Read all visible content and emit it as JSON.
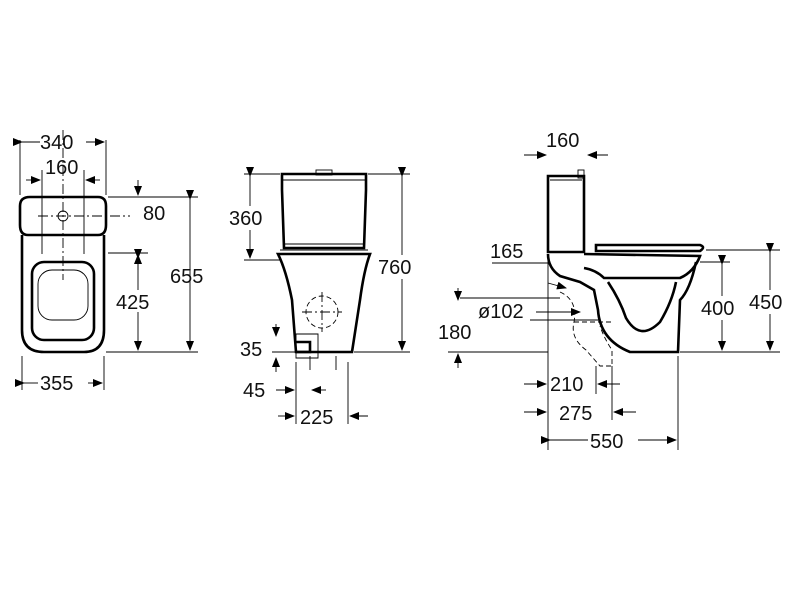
{
  "dimensions": {
    "top_width_tank": "340",
    "top_holes_spacing": "160",
    "top_hole_offset": "80",
    "top_length": "655",
    "top_fixing_distance": "425",
    "top_bowl_width": "355",
    "front_tank_height": "360",
    "front_total_height": "760",
    "front_inlet_height": "35",
    "front_inlet_offset": "45",
    "front_fixing_spacing": "225",
    "side_tank_depth": "160",
    "side_outlet_top": "165",
    "side_outlet_diameter": "ø102",
    "side_outlet_height": "180",
    "side_seat_height": "400",
    "side_total_bowl_height": "450",
    "side_outlet_distance_1": "210",
    "side_outlet_distance_2": "275",
    "side_total_depth": "550"
  }
}
